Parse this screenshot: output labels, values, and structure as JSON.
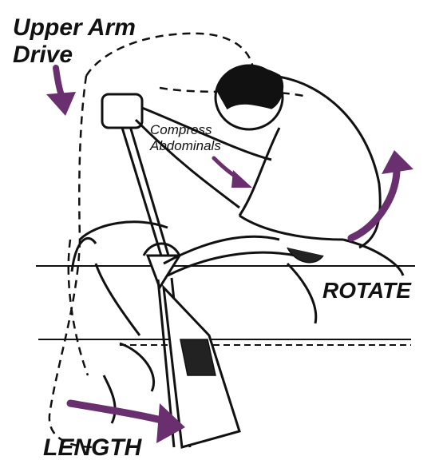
{
  "labels": {
    "upper_arm_drive_line1": "Upper Arm",
    "upper_arm_drive_line2": "Drive",
    "compress_line1": "Compress",
    "compress_line2": "Abdominals",
    "rotate": "ROTATE",
    "length": "LENGTH"
  },
  "colors": {
    "arrow": "#6a2f6e",
    "ink": "#111111",
    "background": "#ffffff"
  },
  "icons": {
    "upper_arm_arrow": "arrow-down-icon",
    "compress_arrow": "arrow-down-right-icon",
    "rotate_arrow": "curved-arrow-up-icon",
    "length_arrow": "arrow-right-icon"
  }
}
